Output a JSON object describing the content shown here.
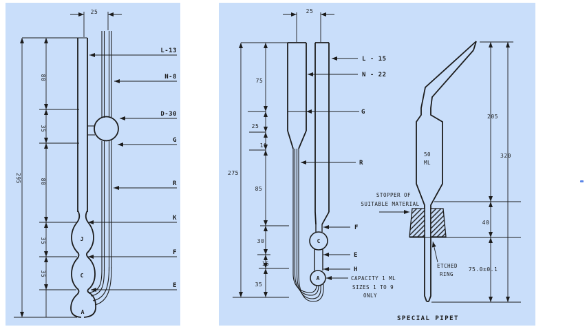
{
  "colors": {
    "panel_bg": "#c9defa",
    "ink": "#1c1c1c"
  },
  "left_viscometer": {
    "top_width": "25",
    "overall_height": "295",
    "segments": [
      "80",
      "35",
      "80",
      "35",
      "35"
    ],
    "callouts": [
      "L-13",
      "N-8",
      "D-30",
      "G",
      "R",
      "K",
      "F",
      "E"
    ],
    "bulb_letters": [
      "J",
      "C",
      "A"
    ]
  },
  "right_viscometer": {
    "top_width": "25",
    "overall_height": "275",
    "segments": [
      "75",
      "25",
      "10",
      "85",
      "30",
      "15",
      "35"
    ],
    "callouts": [
      "L - 15",
      "N - 22",
      "G",
      "R",
      "F",
      "E",
      "H"
    ],
    "capacity_note": [
      "CAPACITY 1 ML",
      "SIZES 1 TO 9",
      "ONLY"
    ],
    "bulb_letters": [
      "C",
      "A"
    ],
    "stopper_note": [
      "STOPPER OF",
      "SUITABLE MATERIAL"
    ]
  },
  "pipet": {
    "volume": [
      "50",
      "ML"
    ],
    "dim_205": "205",
    "dim_320": "320",
    "dim_40": "40",
    "dim_75": "75.0±0.1",
    "etched_ring": [
      "ETCHED",
      "RING"
    ],
    "caption": "SPECIAL PIPET"
  }
}
